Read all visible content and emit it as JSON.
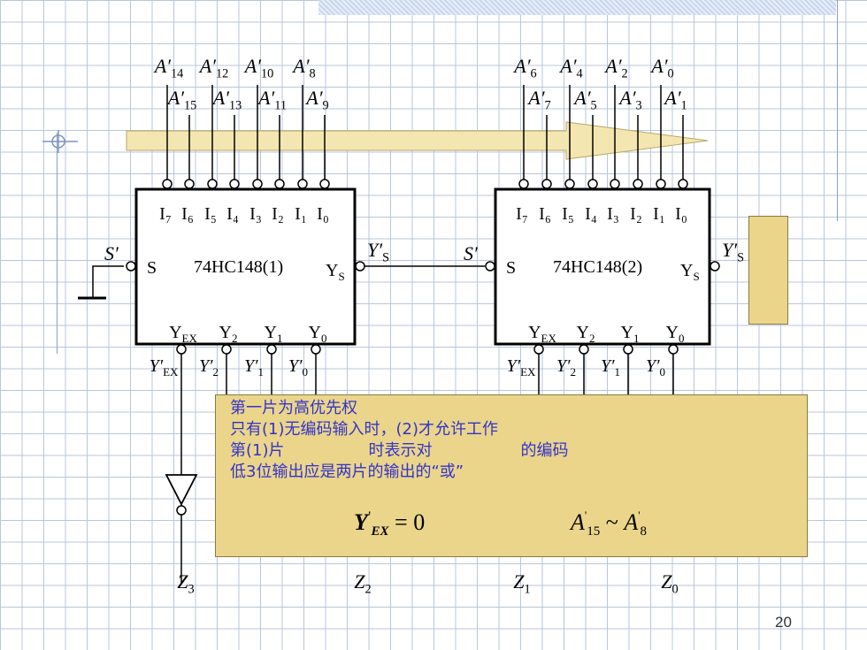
{
  "chip1": {
    "name": "74HC148(1)",
    "inputs": [
      "I₇",
      "I₆",
      "I₅",
      "I₄",
      "I₃",
      "I₂",
      "I₁",
      "I₀"
    ],
    "pin_s": "S",
    "pin_ys": "Y",
    "pin_ys_sub": "S",
    "outputs": [
      {
        "main": "Y",
        "sub": "EX"
      },
      {
        "main": "Y",
        "sub": "2"
      },
      {
        "main": "Y",
        "sub": "1"
      },
      {
        "main": "Y",
        "sub": "0"
      }
    ],
    "in_top_labels": [
      {
        "main": "A′",
        "sub": "14"
      },
      {
        "main": "A′",
        "sub": "12"
      },
      {
        "main": "A′",
        "sub": "10"
      },
      {
        "main": "A′",
        "sub": "8"
      }
    ],
    "in_bottom_labels": [
      {
        "main": "A′",
        "sub": "15"
      },
      {
        "main": "A′",
        "sub": "13"
      },
      {
        "main": "A′",
        "sub": "11"
      },
      {
        "main": "A′",
        "sub": "9"
      }
    ],
    "s_label": "S′",
    "ys_label": {
      "main": "Y′",
      "sub": "S"
    },
    "out_labels": [
      {
        "main": "Y′",
        "sub": "EX"
      },
      {
        "main": "Y′",
        "sub": "2"
      },
      {
        "main": "Y′",
        "sub": "1"
      },
      {
        "main": "Y′",
        "sub": "0"
      }
    ]
  },
  "chip2": {
    "name": "74HC148(2)",
    "inputs": [
      "I₇",
      "I₆",
      "I₅",
      "I₄",
      "I₃",
      "I₂",
      "I₁",
      "I₀"
    ],
    "pin_s": "S",
    "pin_ys": "Y",
    "pin_ys_sub": "S",
    "outputs": [
      {
        "main": "Y",
        "sub": "EX"
      },
      {
        "main": "Y",
        "sub": "2"
      },
      {
        "main": "Y",
        "sub": "1"
      },
      {
        "main": "Y",
        "sub": "0"
      }
    ],
    "in_top_labels": [
      {
        "main": "A′",
        "sub": "6"
      },
      {
        "main": "A′",
        "sub": "4"
      },
      {
        "main": "A′",
        "sub": "2"
      },
      {
        "main": "A′",
        "sub": "0"
      }
    ],
    "in_bottom_labels": [
      {
        "main": "A′",
        "sub": "7"
      },
      {
        "main": "A′",
        "sub": "5"
      },
      {
        "main": "A′",
        "sub": "3"
      },
      {
        "main": "A′",
        "sub": "1"
      }
    ],
    "s_label": "S′",
    "ys_label": {
      "main": "Y′",
      "sub": "S"
    },
    "out_labels": [
      {
        "main": "Y′",
        "sub": "EX"
      },
      {
        "main": "Y′",
        "sub": "2"
      },
      {
        "main": "Y′",
        "sub": "1"
      },
      {
        "main": "Y′",
        "sub": "0"
      }
    ]
  },
  "z_labels": [
    {
      "main": "Z",
      "sub": "3"
    },
    {
      "main": "Z",
      "sub": "2"
    },
    {
      "main": "Z",
      "sub": "1"
    },
    {
      "main": "Z",
      "sub": "0"
    }
  ],
  "note": {
    "line1": "第一片为高优先权",
    "line2": "只有(1)无编码输入时，(2)才允许工作",
    "line3a": "第(1)片",
    "line3b": "时表示对",
    "line3c": "的编码",
    "line4": "低3位输出应是两片的输出的“或”"
  },
  "formula": {
    "left_main": "Y",
    "left_sup": "'",
    "left_sub": "EX",
    "left_rest": " = 0",
    "right_a": "A",
    "right_a_sup": "'",
    "right_a_sub": "15",
    "right_tilde": " ~ ",
    "right_b": "A",
    "right_b_sup": "'",
    "right_b_sub": "8"
  },
  "page_number": "20",
  "colors": {
    "note_bg": "#ead58a",
    "note_text": "#3333cc",
    "arrow": "#f3e6b0",
    "grid": "#b9c6dc"
  }
}
